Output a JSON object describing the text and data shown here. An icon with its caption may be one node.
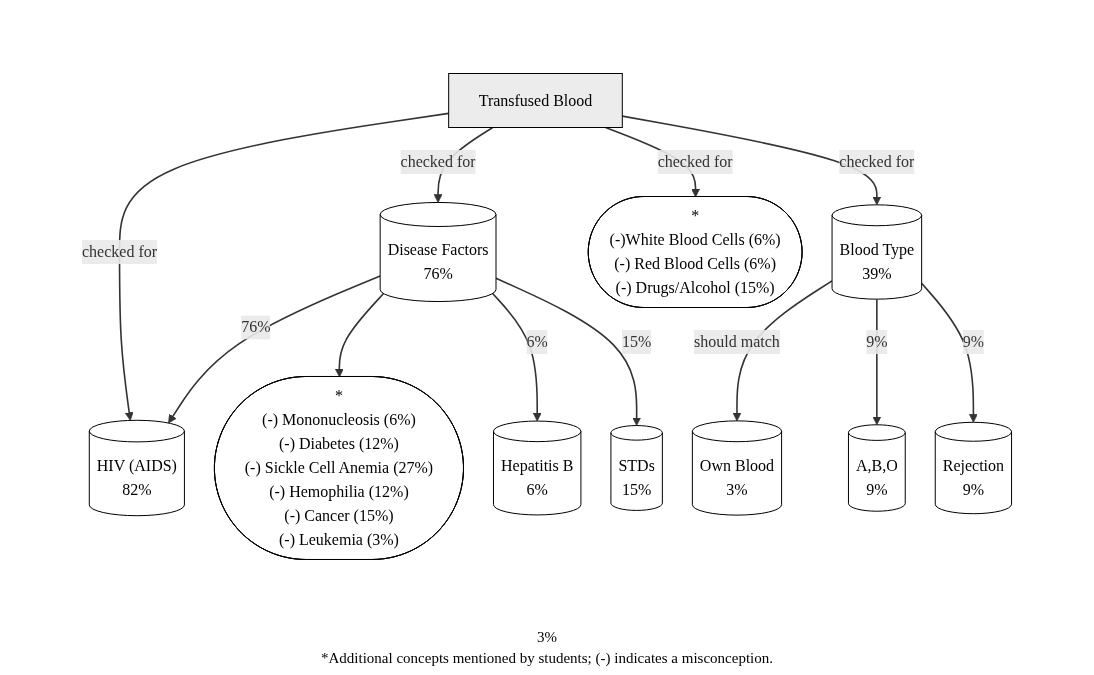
{
  "diagram": {
    "caption": "*Additional concepts mentioned by students; (-) indicates a misconception.",
    "nodes": [
      {
        "text": [
          "Transfused Blood"
        ]
      },
      {
        "text": [
          "HIV (AIDS)",
          "82%"
        ]
      },
      {
        "text": [
          "Disease Factors",
          "76%"
        ]
      },
      {
        "text": [
          "Blood Type",
          "39%"
        ]
      },
      {
        "text": [
          "Own Blood",
          "3%"
        ]
      },
      {
        "text": [
          "A,B,O",
          "9%"
        ]
      },
      {
        "text": [
          "Rejection",
          "9%"
        ]
      },
      {
        "text": [
          "*",
          "(-) Mononucleosis (6%)",
          "(-) Diabetes (12%)",
          "(-) Sickle Cell Anemia (27%)",
          "(-) Hemophilia (12%)",
          "(-) Cancer (15%)",
          "(-) Leukemia (3%)"
        ]
      },
      {
        "text": [
          "Hepatitis B",
          "6%"
        ]
      },
      {
        "text": [
          "STDs",
          "15%"
        ]
      },
      {
        "text": [
          "*",
          "(-)White Blood Cells (6%)",
          "(-) Red Blood Cells (6%)",
          "(-) Drugs/Alcohol (15%)"
        ]
      }
    ],
    "edges": [
      {
        "from": 0,
        "to": 1,
        "arrow": "to",
        "label": "checked for"
      },
      {
        "from": 0,
        "to": 2,
        "arrow": "to",
        "label": "checked for"
      },
      {
        "from": 0,
        "to": 10,
        "arrow": "to",
        "label": "checked for"
      },
      {
        "from": 0,
        "to": 3,
        "arrow": "to",
        "label": "checked for"
      },
      {
        "from": 2,
        "to": 1,
        "arrow": "to",
        "label": "76%"
      },
      {
        "from": 2,
        "to": 7,
        "arrow": "to"
      },
      {
        "from": 2,
        "to": 8,
        "arrow": "to",
        "label": "6%"
      },
      {
        "from": 2,
        "to": 9,
        "arrow": "to",
        "label": "15%"
      },
      {
        "from": 3,
        "to": 4,
        "arrow": "to",
        "label": "should match"
      },
      {
        "from": 3,
        "to": 5,
        "arrow": "to",
        "label": "9%"
      },
      {
        "from": 3,
        "to": 6,
        "arrow": "to",
        "label": "9%"
      }
    ],
    "labels": [
      "3%"
    ]
  }
}
